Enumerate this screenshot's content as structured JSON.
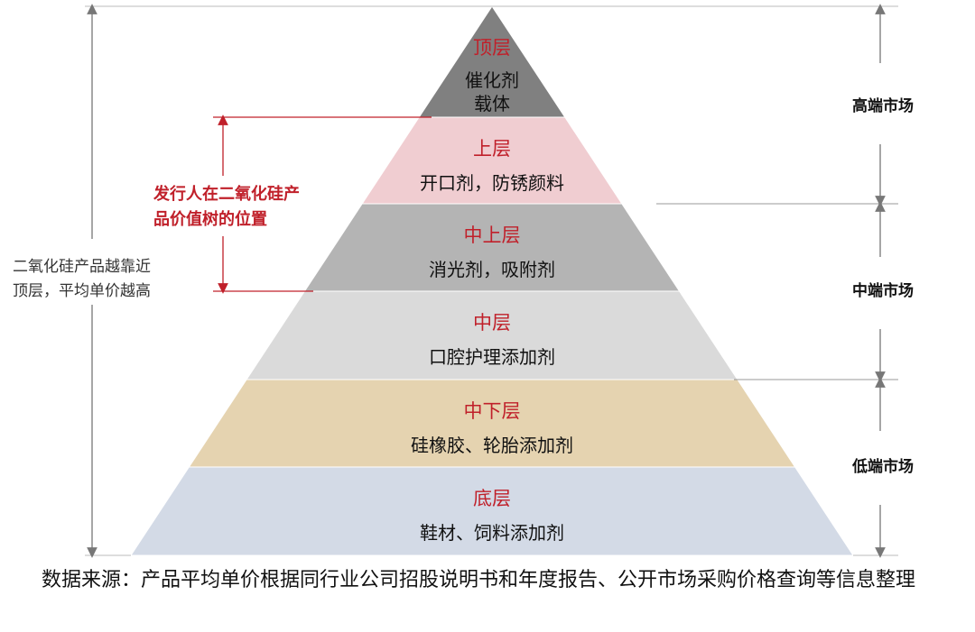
{
  "tiers": [
    {
      "id": "top",
      "name": "顶层",
      "lines": [
        "催化剂",
        "载体"
      ],
      "color": "#808080"
    },
    {
      "id": "upper",
      "name": "上层",
      "lines": [
        "开口剂，防锈颜料"
      ],
      "color": "#f0cdd1"
    },
    {
      "id": "mid-upper",
      "name": "中上层",
      "lines": [
        "消光剂，吸附剂"
      ],
      "color": "#b4b4b4"
    },
    {
      "id": "middle",
      "name": "中层",
      "lines": [
        "口腔护理添加剂"
      ],
      "color": "#dadada"
    },
    {
      "id": "mid-lower",
      "name": "中下层",
      "lines": [
        "硅橡胶、轮胎添加剂"
      ],
      "color": "#e5d3b0"
    },
    {
      "id": "bottom",
      "name": "底层",
      "lines": [
        "鞋材、饲料添加剂"
      ],
      "color": "#d3dae6"
    }
  ],
  "markets": [
    {
      "id": "high",
      "label": "高端市场"
    },
    {
      "id": "mid",
      "label": "中端市场"
    },
    {
      "id": "low",
      "label": "低端市场"
    }
  ],
  "left_note": [
    "二氧化硅产品越靠近",
    "顶层，平均单价越高"
  ],
  "issuer_note": [
    "发行人在二氧化硅产",
    "品价值树的位置"
  ],
  "source": "数据来源：产品平均单价根据同行业公司招股说明书和年度报告、公开市场采购价格查询等信息整理"
}
